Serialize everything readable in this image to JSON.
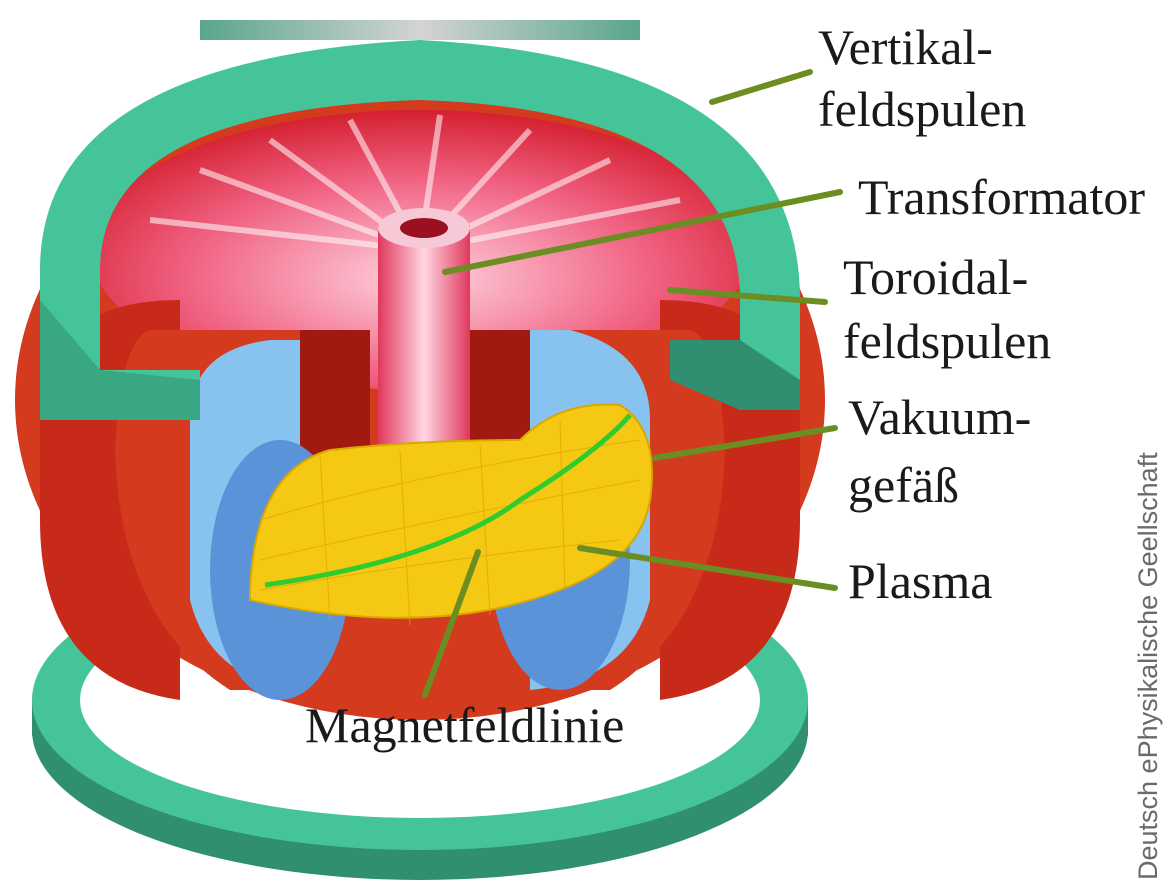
{
  "labels": {
    "vertical_coils_line1": "Vertikal-",
    "vertical_coils_line2": "feldspulen",
    "transformer": "Transformator",
    "toroidal_coils_line1": "Toroidal-",
    "toroidal_coils_line2": "feldspulen",
    "vacuum_vessel_line1": "Vakuum-",
    "vacuum_vessel_line2": "gefäß",
    "plasma": "Plasma",
    "field_line": "Magnetfeldlinie"
  },
  "credit": "Deutsch ePhysikalische Geellschaft",
  "colors": {
    "vertical_coil": "#45c49a",
    "vertical_coil_dark": "#2f8f70",
    "toroidal_coil": "#d43a1e",
    "toroidal_coil_dark": "#b8221a",
    "transformer": "#f7b6c8",
    "vacuum_vessel": "#87c3ee",
    "vacuum_vessel_dark": "#5a93d8",
    "plasma": "#f5c814",
    "field_line": "#2ecc2e",
    "leader_line": "#6b8e23"
  }
}
